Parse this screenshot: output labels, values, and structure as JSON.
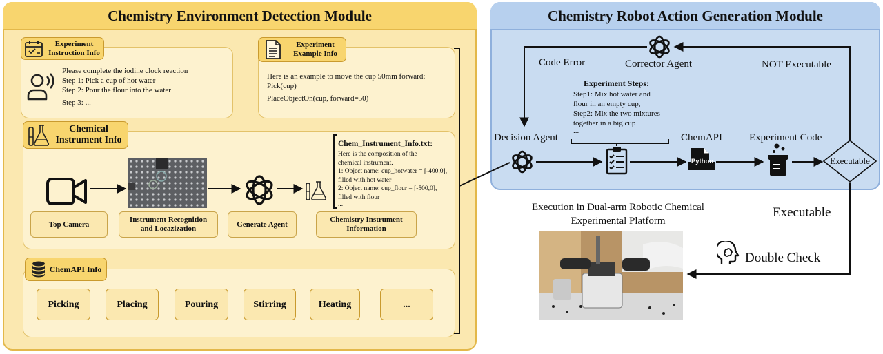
{
  "left_module": {
    "title": "Chemistry Environment Detection Module",
    "instruction": {
      "tag": "Experiment Instruction Info",
      "lines": [
        "Please complete the iodine clock reaction",
        "Step 1: Pick a cup of hot water",
        "Step 2: Pour the flour into the water",
        "Step 3: ..."
      ]
    },
    "example": {
      "tag": "Experiment Example Info",
      "lines": [
        "Here is an example to move the cup 50mm forward:",
        "Pick(cup)",
        "PlaceObjectOn(cup, forward=50)"
      ]
    },
    "instrument": {
      "tag": "Chemical Instrument Info",
      "file_title": "Chem_Instrument_Info.txt:",
      "file_lines": [
        "Here is the composition of the",
        "chemical instrument.",
        "1: Object name: cup_hotwater = [-400,0],",
        "filled with hot water",
        "2: Object name: cup_flour = [-500,0],",
        "filled with flour",
        "..."
      ],
      "steps": [
        "Top Camera",
        "Instrument Recognition and Locazization",
        "Generate Agent",
        "Chemistry Instrument Information"
      ]
    },
    "chemapi": {
      "tag": "ChemAPI Info",
      "buttons": [
        "Picking",
        "Placing",
        "Pouring",
        "Stirring",
        "Heating",
        "..."
      ]
    }
  },
  "right_module": {
    "title": "Chemistry Robot Action Generation Module",
    "code_error": "Code Error",
    "corrector_agent": "Corrector Agent",
    "not_executable": "NOT Executable",
    "steps_title": "Experiment Steps:",
    "steps_lines": [
      "Step1: Mix hot water and",
      "flour in an empty cup,",
      "Step2: Mix the two mixtures",
      "together in a big cup",
      "..."
    ],
    "decision_agent": "Decision Agent",
    "chemapi": "ChemAPI",
    "python": "Python",
    "experiment_code": "Experiment Code",
    "executable_diamond": "Executable"
  },
  "bottom": {
    "execution_title": [
      "Execution in Dual-arm Robotic Chemical",
      "Experimental Platform"
    ],
    "executable": "Executable",
    "double_check": "Double Check"
  },
  "colors": {
    "left_bg": "#fbe8b0",
    "left_header": "#f8d56e",
    "right_bg": "#c9dcf1",
    "right_header": "#b7d0ee"
  },
  "icons": [
    "calendar-icon",
    "document-icon",
    "person-speaking-icon",
    "flask-icon",
    "database-icon",
    "video-camera-icon",
    "openai-logo-icon",
    "clipboard-checklist-icon",
    "python-file-icon",
    "beaker-icon",
    "head-brain-icon"
  ]
}
